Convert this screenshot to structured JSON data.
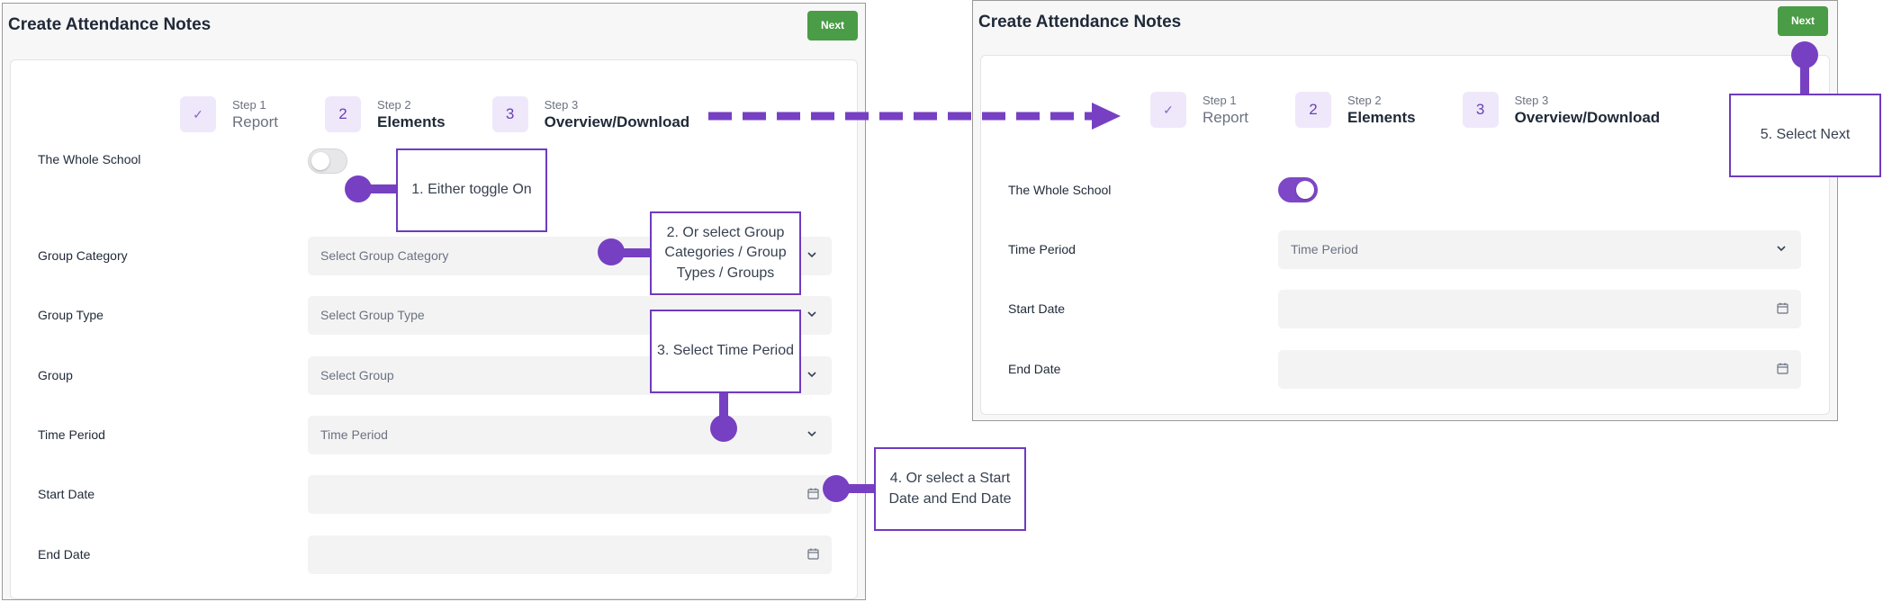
{
  "left_panel": {
    "title": "Create Attendance Notes",
    "next_label": "Next",
    "steps": [
      {
        "num": "Step 1",
        "name": "Report",
        "badge": "✓"
      },
      {
        "num": "Step 2",
        "name": "Elements",
        "badge": "2"
      },
      {
        "num": "Step 3",
        "name": "Overview/Download",
        "badge": "3"
      }
    ],
    "fields": {
      "whole_school_label": "The Whole School",
      "whole_school_state": "off",
      "group_category_label": "Group Category",
      "group_category_placeholder": "Select Group Category",
      "group_type_label": "Group Type",
      "group_type_placeholder": "Select Group Type",
      "group_label": "Group",
      "group_placeholder": "Select Group",
      "time_period_label": "Time Period",
      "time_period_placeholder": "Time Period",
      "start_date_label": "Start Date",
      "end_date_label": "End Date"
    }
  },
  "right_panel": {
    "title": "Create Attendance Notes",
    "next_label": "Next",
    "steps": [
      {
        "num": "Step 1",
        "name": "Report",
        "badge": "✓"
      },
      {
        "num": "Step 2",
        "name": "Elements",
        "badge": "2"
      },
      {
        "num": "Step 3",
        "name": "Overview/Download",
        "badge": "3"
      }
    ],
    "fields": {
      "whole_school_label": "The Whole School",
      "whole_school_state": "on",
      "time_period_label": "Time Period",
      "time_period_placeholder": "Time Period",
      "start_date_label": "Start Date",
      "end_date_label": "End Date"
    }
  },
  "callouts": {
    "c1": "1. Either toggle On",
    "c2": "2. Or select Group Categories / Group Types / Groups",
    "c3": "3. Select Time Period",
    "c4": "4. Or select a Start Date and End Date",
    "c5": "5. Select Next"
  },
  "colors": {
    "accent": "#7740c2",
    "next_button": "#4a9c46",
    "step_badge_bg": "#efe8fa"
  }
}
